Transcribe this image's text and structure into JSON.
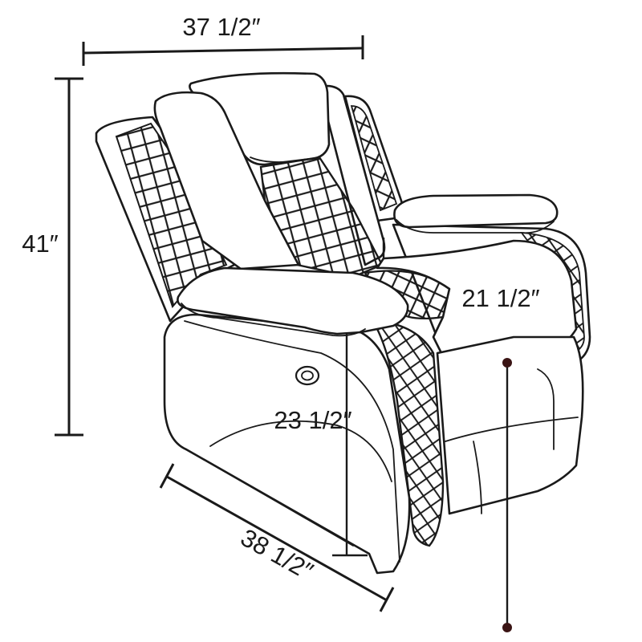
{
  "figure": {
    "dimensions": {
      "width": "37 1/2″",
      "height": "41″",
      "seat_depth": "21 1/2″",
      "arm_height": "23 1/2″",
      "depth": "38 1/2″"
    },
    "colors": {
      "line": "#1a1a1a",
      "background": "#ffffff",
      "marker": "#3a1414"
    },
    "icons": [
      "power-button-icon"
    ]
  }
}
